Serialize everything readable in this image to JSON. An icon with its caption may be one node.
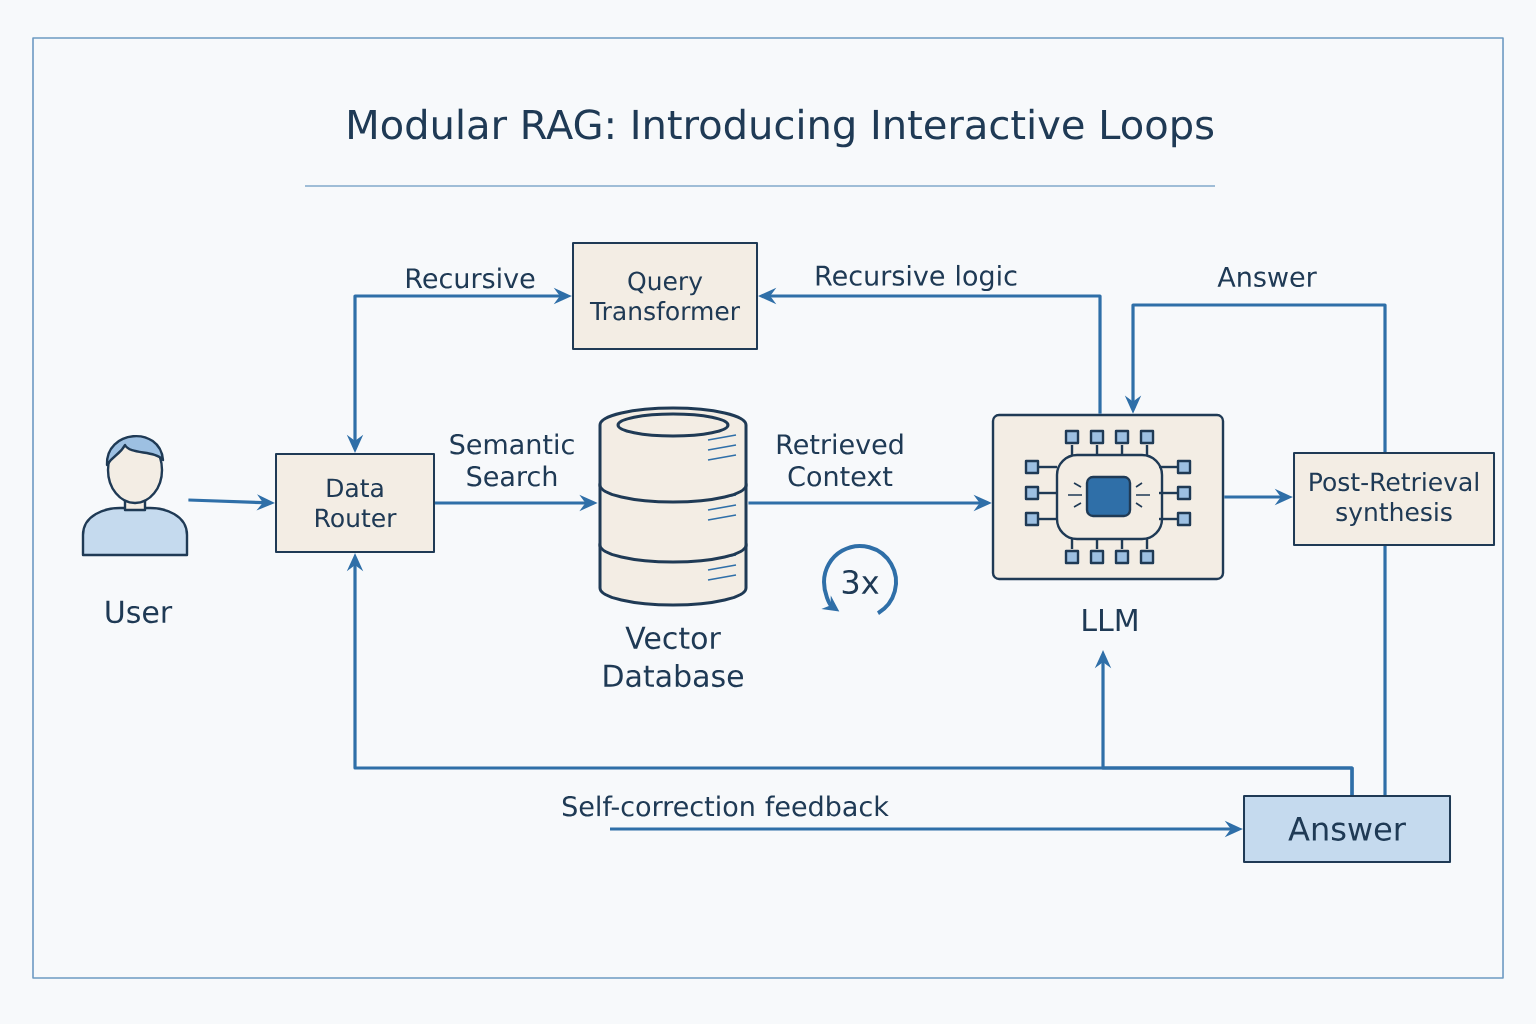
{
  "diagram": {
    "title": "Modular RAG: Introducing Interactive Loops",
    "nodes": [
      {
        "text": [],
        "shape": "person",
        "beside": [
          "User"
        ]
      },
      {
        "text": [
          "Data Router"
        ]
      },
      {
        "text": [
          "Query Transformer"
        ]
      },
      {
        "text": [],
        "shape": "cylinder",
        "beside": [
          "Vector Database"
        ]
      },
      {
        "text": [],
        "shape": "chip",
        "beside": [
          "LLM"
        ]
      },
      {
        "text": [
          "Post-Retrieval synthesis"
        ]
      },
      {
        "text": [
          "Answer"
        ]
      }
    ],
    "edges": [
      {
        "from": 0,
        "to": 1,
        "arrow": "to"
      },
      {
        "from": 1,
        "to": 3,
        "arrow": "to",
        "label": "Semantic Search"
      },
      {
        "from": 3,
        "to": 4,
        "arrow": "to",
        "label": "Retrieved Context"
      },
      {
        "from": 4,
        "to": 5,
        "arrow": "to"
      },
      {
        "from": 1,
        "to": 2,
        "arrow": "both",
        "label": "Recursive"
      },
      {
        "from": 4,
        "to": 2,
        "arrow": "to",
        "label": "Recursive logic"
      },
      {
        "from": 5,
        "to": 4,
        "arrow": "to",
        "label": "Answer"
      },
      {
        "from": 6,
        "to": 4,
        "arrow": "to"
      },
      {
        "from": 6,
        "to": 1,
        "arrow": "to",
        "label": "Self-correction feedback"
      },
      {
        "from": 5,
        "to": 6,
        "arrow": "none"
      },
      {
        "from": null,
        "to": 6,
        "arrow": "to"
      }
    ],
    "labels": [
      "3x"
    ]
  }
}
